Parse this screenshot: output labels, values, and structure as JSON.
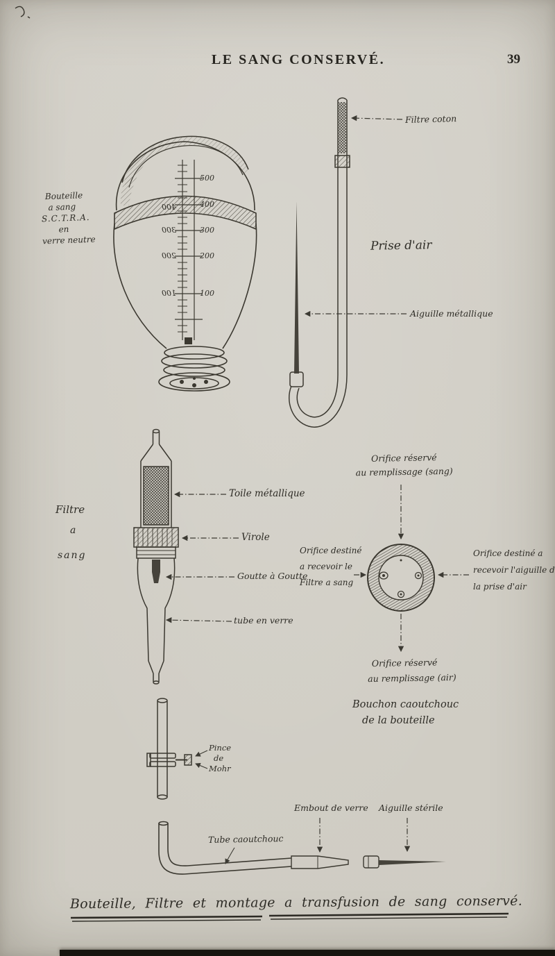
{
  "page": {
    "header_title": "LE SANG CONSERVÉ.",
    "page_number": "39",
    "caption": "Bouteille, Filtre et montage a transfusion de sang conservé."
  },
  "bottle": {
    "label_lines": [
      "Bouteille",
      "a sang",
      "S.C.T.R.A.",
      "en",
      "verre neutre"
    ],
    "scale_right": [
      "500",
      "400",
      "300",
      "200",
      "100"
    ],
    "scale_left_mirrored": [
      "400",
      "300",
      "200",
      "100"
    ]
  },
  "air_intake": {
    "title": "Prise d'air",
    "cotton_filter": "Filtre coton",
    "metal_needle": "Aiguille métallique"
  },
  "blood_filter": {
    "label_lines": [
      "Filtre",
      "a",
      "sang"
    ],
    "mesh": "Toile métallique",
    "ferrule": "Virole",
    "drip": "Goutte à Goutte",
    "glass_tube": "tube en verre"
  },
  "stopper": {
    "top_label_lines": [
      "Orifice réservé",
      "au remplissage (sang)"
    ],
    "left_label_lines": [
      "Orifice destiné",
      "a recevoir le",
      "Filtre a sang"
    ],
    "right_label_lines": [
      "Orifice destiné a",
      "recevoir l'aiguille de",
      "la prise d'air"
    ],
    "bottom_label_lines": [
      "Orifice réservé",
      "au remplissage (air)"
    ],
    "caption_lines": [
      "Bouchon caoutchouc",
      "de la bouteille"
    ]
  },
  "clamp": {
    "label_lines": [
      "Pince",
      "de",
      "Mohr"
    ]
  },
  "tubing": {
    "rubber_tube": "Tube caoutchouc",
    "glass_tip": "Embout de verre",
    "sterile_needle": "Aiguille stérile"
  }
}
